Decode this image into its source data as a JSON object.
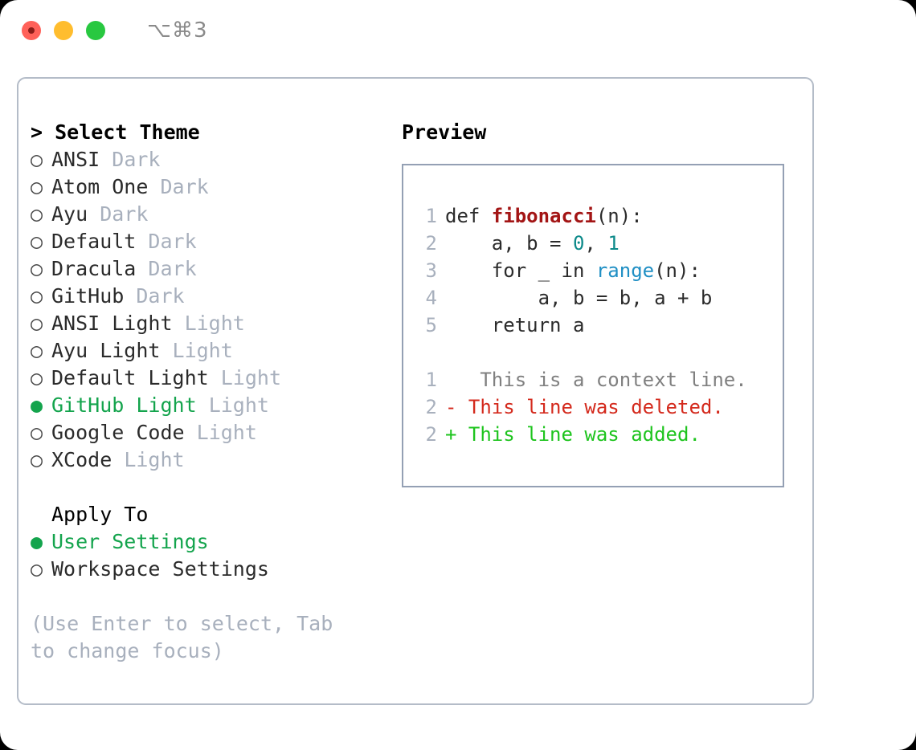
{
  "titlebar": {
    "shortcut": "⌥⌘3",
    "buttons": [
      "close",
      "minimize",
      "maximize"
    ]
  },
  "left": {
    "header": "> Select Theme",
    "themes": [
      {
        "marker": "○",
        "name": "ANSI",
        "variant": "Dark",
        "selected": false
      },
      {
        "marker": "○",
        "name": "Atom One",
        "variant": "Dark",
        "selected": false
      },
      {
        "marker": "○",
        "name": "Ayu",
        "variant": "Dark",
        "selected": false
      },
      {
        "marker": "○",
        "name": "Default",
        "variant": "Dark",
        "selected": false
      },
      {
        "marker": "○",
        "name": "Dracula",
        "variant": "Dark",
        "selected": false
      },
      {
        "marker": "○",
        "name": "GitHub",
        "variant": "Dark",
        "selected": false
      },
      {
        "marker": "○",
        "name": "ANSI Light",
        "variant": "Light",
        "selected": false
      },
      {
        "marker": "○",
        "name": "Ayu Light",
        "variant": "Light",
        "selected": false
      },
      {
        "marker": "○",
        "name": "Default Light",
        "variant": "Light",
        "selected": false
      },
      {
        "marker": "●",
        "name": "GitHub Light",
        "variant": "Light",
        "selected": true
      },
      {
        "marker": "○",
        "name": "Google Code",
        "variant": "Light",
        "selected": false
      },
      {
        "marker": "○",
        "name": "XCode",
        "variant": "Light",
        "selected": false
      }
    ],
    "apply_to_label": "Apply To",
    "apply_to": [
      {
        "marker": "●",
        "name": "User Settings",
        "selected": true
      },
      {
        "marker": "○",
        "name": "Workspace Settings",
        "selected": false
      }
    ],
    "hint": "(Use Enter to select, Tab to change focus)"
  },
  "right": {
    "title": "Preview",
    "code": [
      {
        "lno": "1",
        "segments": [
          {
            "text": "def ",
            "type": "plain"
          },
          {
            "text": "fibonacci",
            "type": "fn"
          },
          {
            "text": "(n):",
            "type": "plain"
          }
        ]
      },
      {
        "lno": "2",
        "segments": [
          {
            "text": "    a, b = ",
            "type": "plain"
          },
          {
            "text": "0",
            "type": "num"
          },
          {
            "text": ", ",
            "type": "plain"
          },
          {
            "text": "1",
            "type": "num"
          }
        ]
      },
      {
        "lno": "3",
        "segments": [
          {
            "text": "    for _ in ",
            "type": "plain"
          },
          {
            "text": "range",
            "type": "call"
          },
          {
            "text": "(n):",
            "type": "plain"
          }
        ]
      },
      {
        "lno": "4",
        "segments": [
          {
            "text": "        a, b = b, a + b",
            "type": "plain"
          }
        ]
      },
      {
        "lno": "5",
        "segments": [
          {
            "text": "    return a",
            "type": "plain"
          }
        ]
      }
    ],
    "diff": [
      {
        "lno": "1",
        "sign": " ",
        "text": "  This is a context line.",
        "kind": "ctx"
      },
      {
        "lno": "2",
        "sign": "-",
        "text": " This line was deleted.",
        "kind": "del"
      },
      {
        "lno": "2",
        "sign": "+",
        "text": " This line was added.",
        "kind": "add"
      }
    ]
  },
  "colors": {
    "selection_green": "#14a44d",
    "diff_add_green": "#1ec41e",
    "diff_del_red": "#d42a1d",
    "syntax_function_red": "#a31515",
    "syntax_number_teal": "#0d8a8a",
    "syntax_call_blue": "#1f8fc4",
    "muted_gray": "#a8b0bd",
    "panel_border": "#b4bcc8",
    "preview_border": "#94a0b4"
  }
}
